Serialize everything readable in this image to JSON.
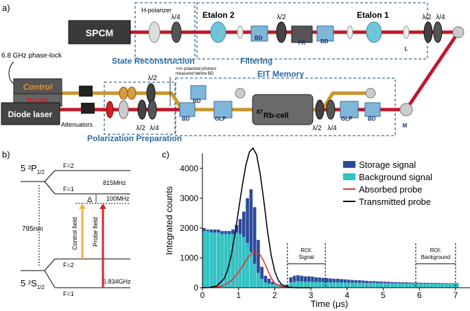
{
  "panel_labels": {
    "a": "a)",
    "b": "b)",
    "c": "c)"
  },
  "setup": {
    "spcm": "SPCM",
    "h_polarizer": "H-polarizer",
    "lambda4": "λ/4",
    "lambda2": "λ/2",
    "etalon2": "Etalon 2",
    "etalon1": "Etalon 1",
    "bd": "BD",
    "fr": "FR",
    "l": "L",
    "m": "M",
    "glp": "GLP",
    "state_reconstruction": "State Reconstruction",
    "filtering": "Filtering",
    "eit_memory": "EIT Memory",
    "polarization_preparation": "Polarization Preparation",
    "phase_lock": "6.8 GHz phase-lock",
    "control": "Control",
    "probe": "Probe",
    "diode_laser": "Diode laser",
    "attenuators": "Attenuators",
    "photon_note_line1": "<n> polarized photons",
    "photon_note_line2": "measured before BD",
    "rb_cell_sup": "87",
    "rb_cell": "Rb-cell"
  },
  "levels": {
    "p_state": "5 ²P",
    "p_sub": "1/2",
    "s_state": "5 ²S",
    "s_sub": "1/2",
    "f2_upper": "F=2",
    "f1_upper": "F=1",
    "f2_lower": "F=2",
    "f1_lower": "F=1",
    "split_815": "815MHz",
    "detuning_100": "100MHz",
    "delta": "Δ",
    "wavelength": "795nm",
    "control_field": "Control field",
    "probe_field": "Probe field",
    "ground_split": "6.834GHz",
    "colors": {
      "control": "#f5b041",
      "probe": "#d62728"
    }
  },
  "chart_data": {
    "type": "bar",
    "xlabel": "Time (μs)",
    "ylabel": "Integrated counts",
    "xlim": [
      0,
      7.4
    ],
    "ylim": [
      0,
      4500
    ],
    "xticks": [
      0,
      1,
      2,
      3,
      4,
      5,
      6,
      7
    ],
    "yticks": [
      0,
      1000,
      2000,
      3000,
      4000
    ],
    "legend_position": "top-right",
    "annotations": [
      {
        "lines": [
          "ROI:",
          "Signal"
        ],
        "x_range": [
          2.35,
          3.4
        ]
      },
      {
        "lines": [
          "ROI:",
          "Background"
        ],
        "x_range": [
          5.9,
          7.0
        ]
      }
    ],
    "bin_width": 0.1,
    "series": [
      {
        "name": "Storage signal",
        "kind": "bar",
        "color": "#2c4a9a",
        "x": [
          0.05,
          0.15,
          0.25,
          0.35,
          0.45,
          0.55,
          0.65,
          0.75,
          0.85,
          0.95,
          1.05,
          1.15,
          1.25,
          1.35,
          1.45,
          1.55,
          1.65,
          1.75,
          1.85,
          1.95,
          2.05,
          2.15,
          2.25,
          2.35,
          2.45,
          2.55,
          2.65,
          2.75,
          2.85,
          2.95,
          3.05,
          3.15,
          3.25,
          3.35,
          3.45,
          3.55,
          3.65,
          3.75,
          3.85,
          3.95,
          4.05,
          4.15,
          4.25,
          4.35,
          4.45,
          4.55,
          4.65,
          4.75,
          4.85,
          4.95,
          5.05,
          5.15,
          5.25,
          5.35,
          5.45,
          5.55,
          5.65,
          5.75,
          5.85,
          5.95,
          6.05,
          6.15,
          6.25,
          6.35,
          6.45,
          6.55,
          6.65,
          6.75,
          6.85,
          6.95,
          7.05
        ],
        "values": [
          2000,
          1950,
          1950,
          1950,
          1950,
          1900,
          1900,
          1900,
          1950,
          2100,
          2300,
          2550,
          3000,
          3300,
          2700,
          1600,
          700,
          400,
          300,
          200,
          120,
          110,
          100,
          110,
          350,
          400,
          420,
          400,
          380,
          380,
          370,
          350,
          340,
          330,
          320,
          310,
          300,
          300,
          290,
          280,
          270,
          260,
          250,
          250,
          240,
          230,
          220,
          220,
          210,
          210,
          200,
          200,
          190,
          190,
          185,
          180,
          180,
          175,
          170,
          170,
          165,
          165,
          160,
          160,
          160,
          155,
          155,
          150,
          150,
          150,
          150
        ]
      },
      {
        "name": "Background signal",
        "kind": "bar",
        "color": "#2ec4c4",
        "x": [
          0.05,
          0.15,
          0.25,
          0.35,
          0.45,
          0.55,
          0.65,
          0.75,
          0.85,
          0.95,
          1.05,
          1.15,
          1.25,
          1.35,
          1.45,
          1.55,
          1.65,
          1.75,
          1.85,
          1.95,
          2.05,
          2.15,
          2.25,
          2.35,
          2.45,
          2.55,
          2.65,
          2.75,
          2.85,
          2.95,
          3.05,
          3.15,
          3.25,
          3.35,
          3.45,
          3.55,
          3.65,
          3.75,
          3.85,
          3.95,
          4.05,
          4.15,
          4.25,
          4.35,
          4.45,
          4.55,
          4.65,
          4.75,
          4.85,
          4.95,
          5.05,
          5.15,
          5.25,
          5.35,
          5.45,
          5.55,
          5.65,
          5.75,
          5.85,
          5.95,
          6.05,
          6.15,
          6.25,
          6.35,
          6.45,
          6.55,
          6.65,
          6.75,
          6.85,
          6.95,
          7.05
        ],
        "values": [
          1900,
          1900,
          1850,
          1850,
          1850,
          1800,
          1800,
          1800,
          1800,
          1850,
          1800,
          1700,
          1500,
          1200,
          800,
          500,
          300,
          180,
          140,
          120,
          110,
          100,
          100,
          100,
          180,
          200,
          220,
          210,
          200,
          200,
          200,
          190,
          190,
          190,
          185,
          180,
          180,
          180,
          175,
          175,
          170,
          170,
          170,
          165,
          165,
          160,
          160,
          160,
          155,
          155,
          150,
          150,
          150,
          150,
          145,
          145,
          145,
          140,
          140,
          140,
          140,
          135,
          135,
          135,
          135,
          130,
          130,
          130,
          130,
          130,
          130
        ]
      },
      {
        "name": "Absorbed probe",
        "kind": "line",
        "color": "#e8302a",
        "x": [
          0.0,
          0.2,
          0.4,
          0.6,
          0.8,
          1.0,
          1.1,
          1.2,
          1.3,
          1.4,
          1.5,
          1.6,
          1.7,
          1.8,
          1.9,
          2.0,
          2.2,
          2.5,
          3.0
        ],
        "values": [
          0,
          5,
          20,
          80,
          230,
          520,
          700,
          900,
          1080,
          1180,
          1190,
          1100,
          880,
          600,
          330,
          150,
          30,
          5,
          0
        ]
      },
      {
        "name": "Transmitted probe",
        "kind": "line",
        "color": "#000000",
        "x": [
          0.0,
          0.2,
          0.4,
          0.6,
          0.7,
          0.8,
          0.9,
          1.0,
          1.1,
          1.2,
          1.3,
          1.4,
          1.5,
          1.6,
          1.7,
          1.8,
          1.9,
          2.0,
          2.1,
          2.2,
          2.4,
          2.6,
          3.0
        ],
        "values": [
          0,
          10,
          60,
          300,
          600,
          1100,
          1800,
          2600,
          3400,
          4100,
          4550,
          4680,
          4450,
          3800,
          2900,
          1900,
          1100,
          550,
          250,
          90,
          15,
          0,
          0
        ]
      }
    ]
  }
}
